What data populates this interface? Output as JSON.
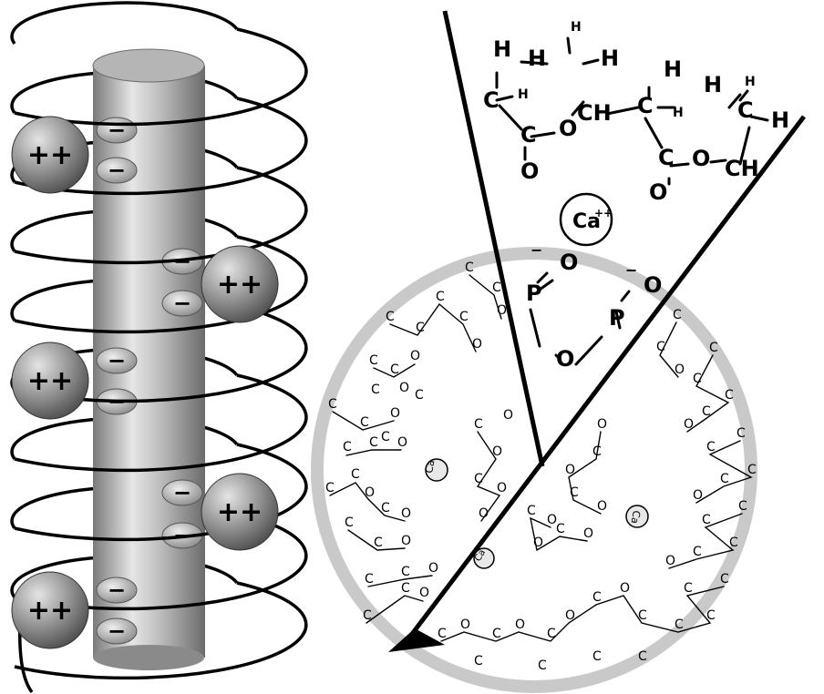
{
  "left_panel": {
    "charges": {
      "positive": "++",
      "negative": "−"
    }
  },
  "right_panel": {
    "ion_large": {
      "element": "Ca",
      "charge": "++"
    },
    "ion_small": "Ca",
    "atoms": {
      "hydrogen": "H",
      "carbon": "C",
      "ch": "CH",
      "oxygen": "O",
      "phosphorus": "P",
      "minus": "−",
      "double_bond": "="
    }
  },
  "colors": {
    "ink": "#000000",
    "cylinder_mid": "#c8c8c8",
    "ring_gray": "#c9c9c9",
    "sphere": "#8a8a8a"
  }
}
